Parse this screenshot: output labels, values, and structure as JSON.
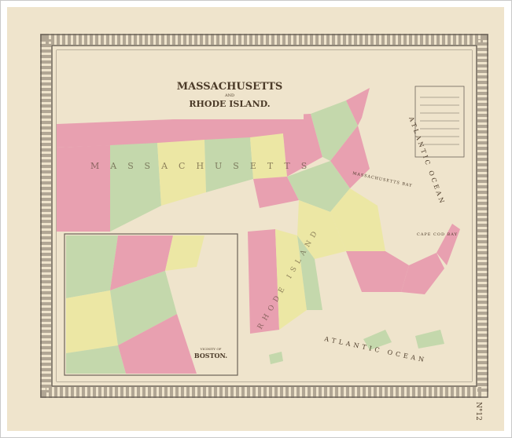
{
  "map": {
    "title_line1": "MASSACHUSETTS",
    "title_and": "AND",
    "title_line2": "RHODE ISLAND.",
    "inset_title_prefix": "VICINITY OF",
    "inset_title": "BOSTON.",
    "ocean_atlantic": "ATLANTIC OCEAN",
    "ocean_atlantic_lower": "ATLANTIC OCEAN",
    "massachusetts_bay": "MASSACHUSETTS BAY",
    "cape_cod_bay": "CAPE COD BAY",
    "state_label_ma": "MASSACHUSETTS",
    "state_label_ri": "RHODE ISLAND",
    "page_number": "N°12"
  },
  "colors": {
    "paper": "#efe4cc",
    "pink": "#e8a0b0",
    "yellow": "#ece7a4",
    "green": "#c4d8ac",
    "border": "#7d7266",
    "water": "#efe4cc"
  }
}
